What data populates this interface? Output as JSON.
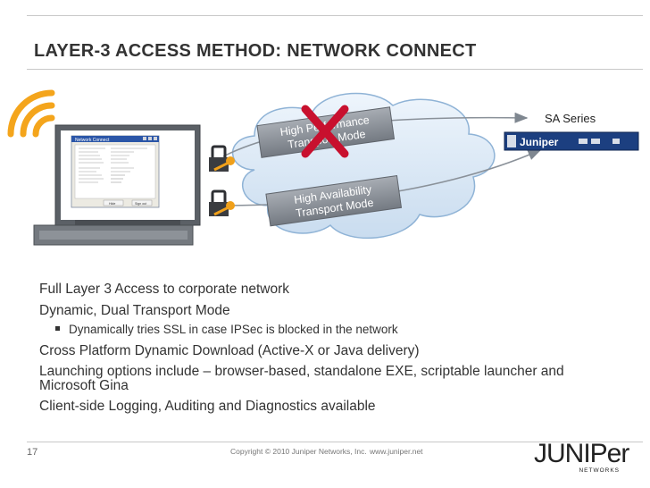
{
  "slide": {
    "title": "LAYER-3 ACCESS METHOD: NETWORK CONNECT",
    "page_number": "17",
    "copyright": "Copyright © 2010 Juniper Networks, Inc.",
    "url": "www.juniper.net",
    "logo_text": "JUNIPer",
    "logo_sub": "NETWORKS"
  },
  "diagram": {
    "sa_label": "SA Series",
    "device_brand": "Juniper",
    "tunnel_top": {
      "line1": "High Performance",
      "line2": "Transport Mode"
    },
    "tunnel_bottom": {
      "line1": "High Availability",
      "line2": "Transport Mode"
    },
    "window_title": "Network Connect",
    "window_buttons": [
      "Hide",
      "Sign out"
    ],
    "colors": {
      "wifi": "#f4a51c",
      "cloud": "#d9e8f6",
      "tunnel": "#8a8f96",
      "cross": "#c8102e",
      "device": "#1a3c7a"
    }
  },
  "bullets": [
    {
      "level": 1,
      "text": "Full Layer 3 Access to corporate network"
    },
    {
      "level": 1,
      "text": "Dynamic, Dual Transport Mode"
    },
    {
      "level": 2,
      "text": "Dynamically tries SSL in case IPSec is blocked in the network"
    },
    {
      "level": 1,
      "text": "Cross Platform Dynamic Download (Active-X or Java delivery)"
    },
    {
      "level": 1,
      "text": "Launching options include – browser-based, standalone EXE, scriptable launcher and Microsoft Gina"
    },
    {
      "level": 1,
      "text": "Client-side Logging, Auditing and Diagnostics available"
    }
  ]
}
